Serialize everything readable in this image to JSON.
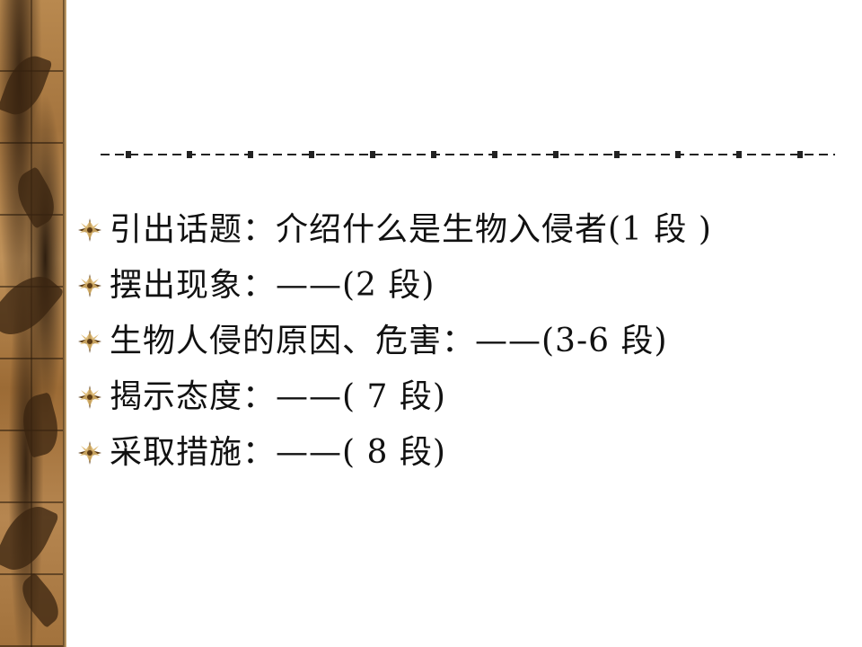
{
  "slide": {
    "bullets": [
      {
        "text": "引出话题：介绍什么是生物入侵者(1 段 )"
      },
      {
        "text": " 摆出现象：——(2 段)"
      },
      {
        "text": "生物人侵的原因、危害：——(3-6 段)"
      },
      {
        "text": " 揭示态度：——( 7 段)"
      },
      {
        "text": " 采取措施：——( 8 段)"
      }
    ]
  },
  "icons": {
    "bullet": "star-burst-icon",
    "separator": "dashed-dotted-line"
  },
  "colors": {
    "text": "#111111",
    "bullet_dark": "#5a3a14",
    "bullet_light": "#d9b46a",
    "strip_wood": "#a4743e"
  }
}
